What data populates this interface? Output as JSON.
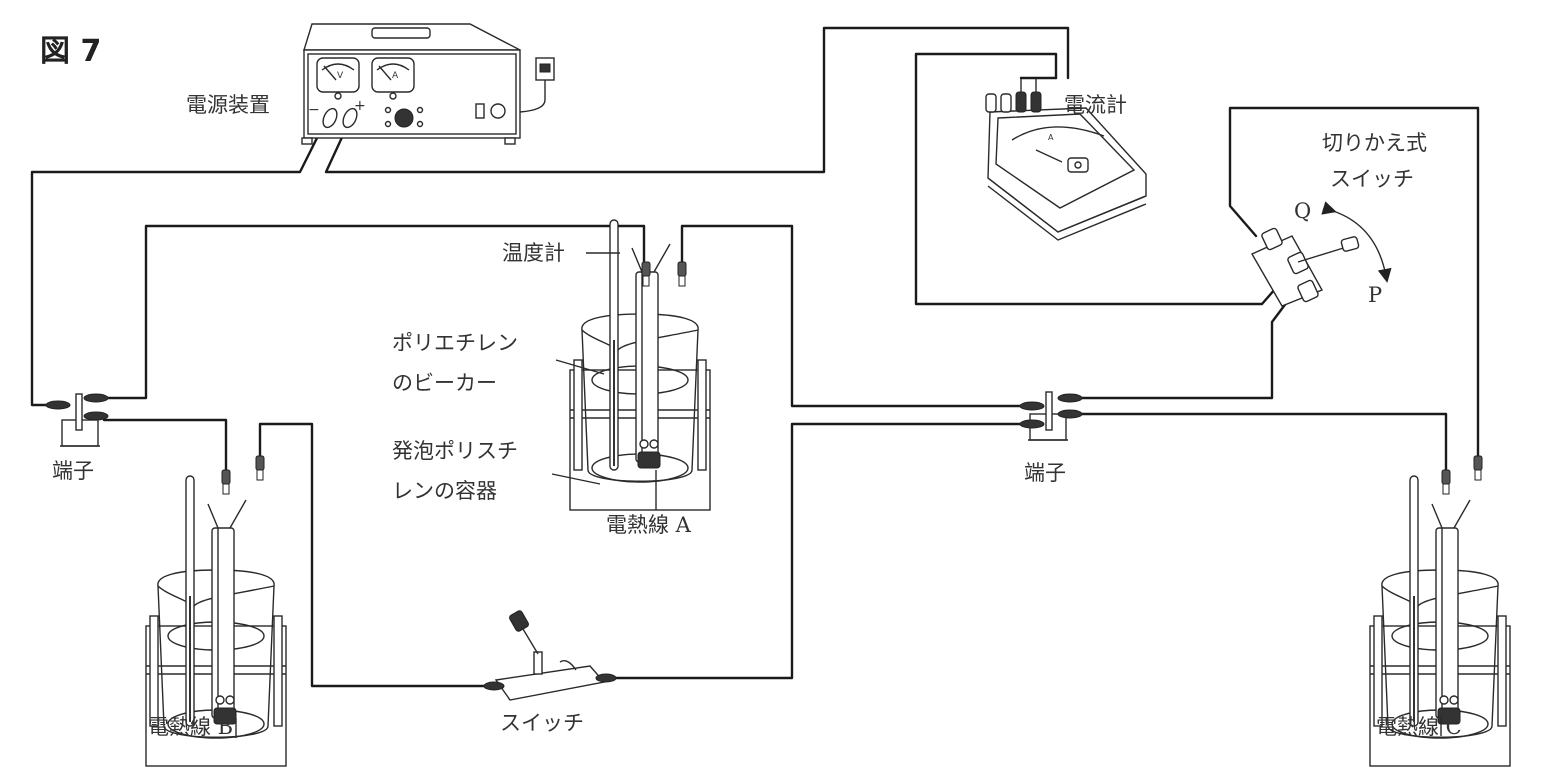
{
  "figure": {
    "title": "図 7"
  },
  "labels": {
    "power_supply": "電源装置",
    "ammeter": "電流計",
    "selector_switch_line1": "切りかえ式",
    "selector_switch_line2": "スイッチ",
    "position_q": "Q",
    "position_p": "P",
    "thermometer": "温度計",
    "polyethylene_beaker_line1": "ポリエチレン",
    "polyethylene_beaker_line2": "のビーカー",
    "styrofoam_container_line1": "発泡ポリスチ",
    "styrofoam_container_line2": "レンの容器",
    "heating_wire_a": "電熱線 A",
    "heating_wire_b": "電熱線 B",
    "heating_wire_c": "電熱線 C",
    "terminal_left": "端子",
    "terminal_right": "端子",
    "switch": "スイッチ"
  },
  "power_supply_panel": {
    "minus_sign": "−",
    "plus_sign": "+",
    "voltmeter_glyph": "V",
    "ammeter_glyph": "A"
  },
  "ammeter_panel": {
    "unit_glyph": "A"
  },
  "colors": {
    "ink": "#1a1a1a",
    "label": "#333333",
    "background": "#ffffff"
  }
}
